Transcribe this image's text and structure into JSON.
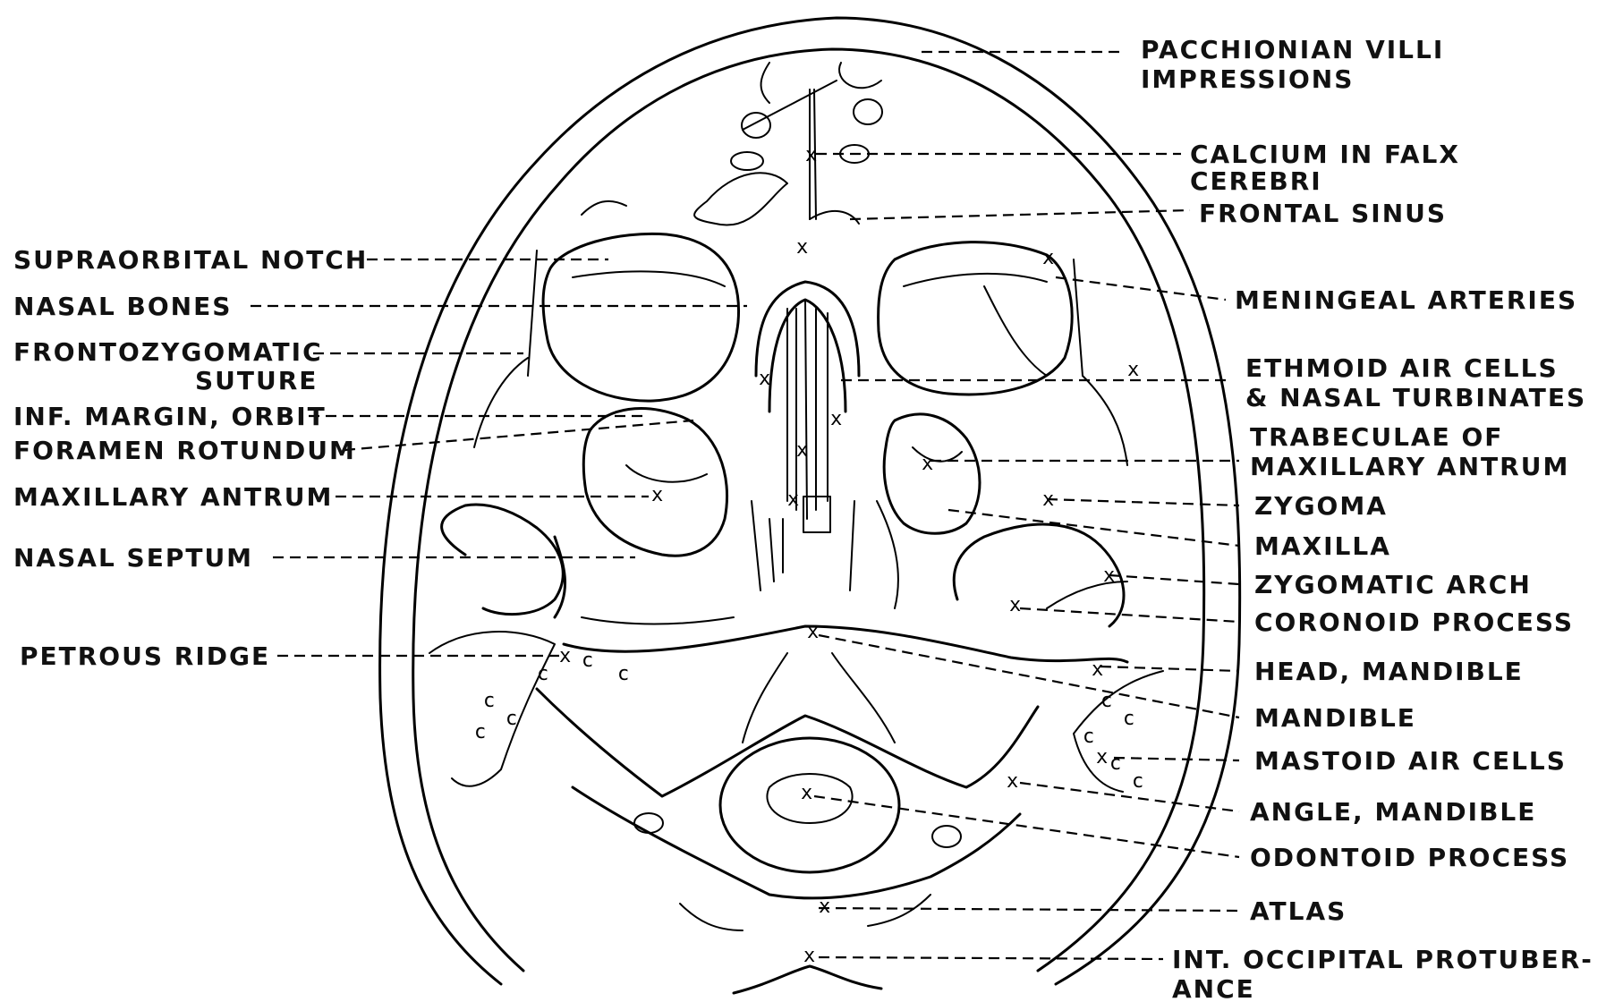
{
  "diagram": {
    "labels_left": {
      "supraorbital_notch": "SUPRAORBITAL NOTCH",
      "nasal_bones": "NASAL BONES",
      "frontozygomatic_1": "FRONTOZYGOMATIC",
      "frontozygomatic_2": "SUTURE",
      "inf_margin_orbit": "INF. MARGIN, ORBIT",
      "foramen_rotundum": "FORAMEN ROTUNDUM",
      "maxillary_antrum": "MAXILLARY ANTRUM",
      "nasal_septum": "NASAL SEPTUM",
      "petrous_ridge": "PETROUS RIDGE"
    },
    "labels_right": {
      "pacchionian_1": "PACCHIONIAN VILLI",
      "pacchionian_2": "IMPRESSIONS",
      "calcium_1": "CALCIUM IN FALX",
      "calcium_2": "CEREBRI",
      "frontal_sinus": "FRONTAL SINUS",
      "meningeal_arteries": "MENINGEAL ARTERIES",
      "ethmoid_1": "ETHMOID AIR CELLS",
      "ethmoid_2": "& NASAL TURBINATES",
      "trabeculae_1": "TRABECULAE OF",
      "trabeculae_2": "MAXILLARY ANTRUM",
      "zygoma": "ZYGOMA",
      "maxilla": "MAXILLA",
      "zygomatic_arch": "ZYGOMATIC ARCH",
      "coronoid_process": "CORONOID PROCESS",
      "head_mandible": "HEAD, MANDIBLE",
      "mandible": "MANDIBLE",
      "mastoid_air_cells": "MASTOID AIR CELLS",
      "angle_mandible": "ANGLE, MANDIBLE",
      "odontoid_process": "ODONTOID PROCESS",
      "atlas": "ATLAS",
      "int_occipital_1": "INT. OCCIPITAL PROTUBER-",
      "int_occipital_2": "ANCE"
    },
    "marker_glyph": "x"
  }
}
